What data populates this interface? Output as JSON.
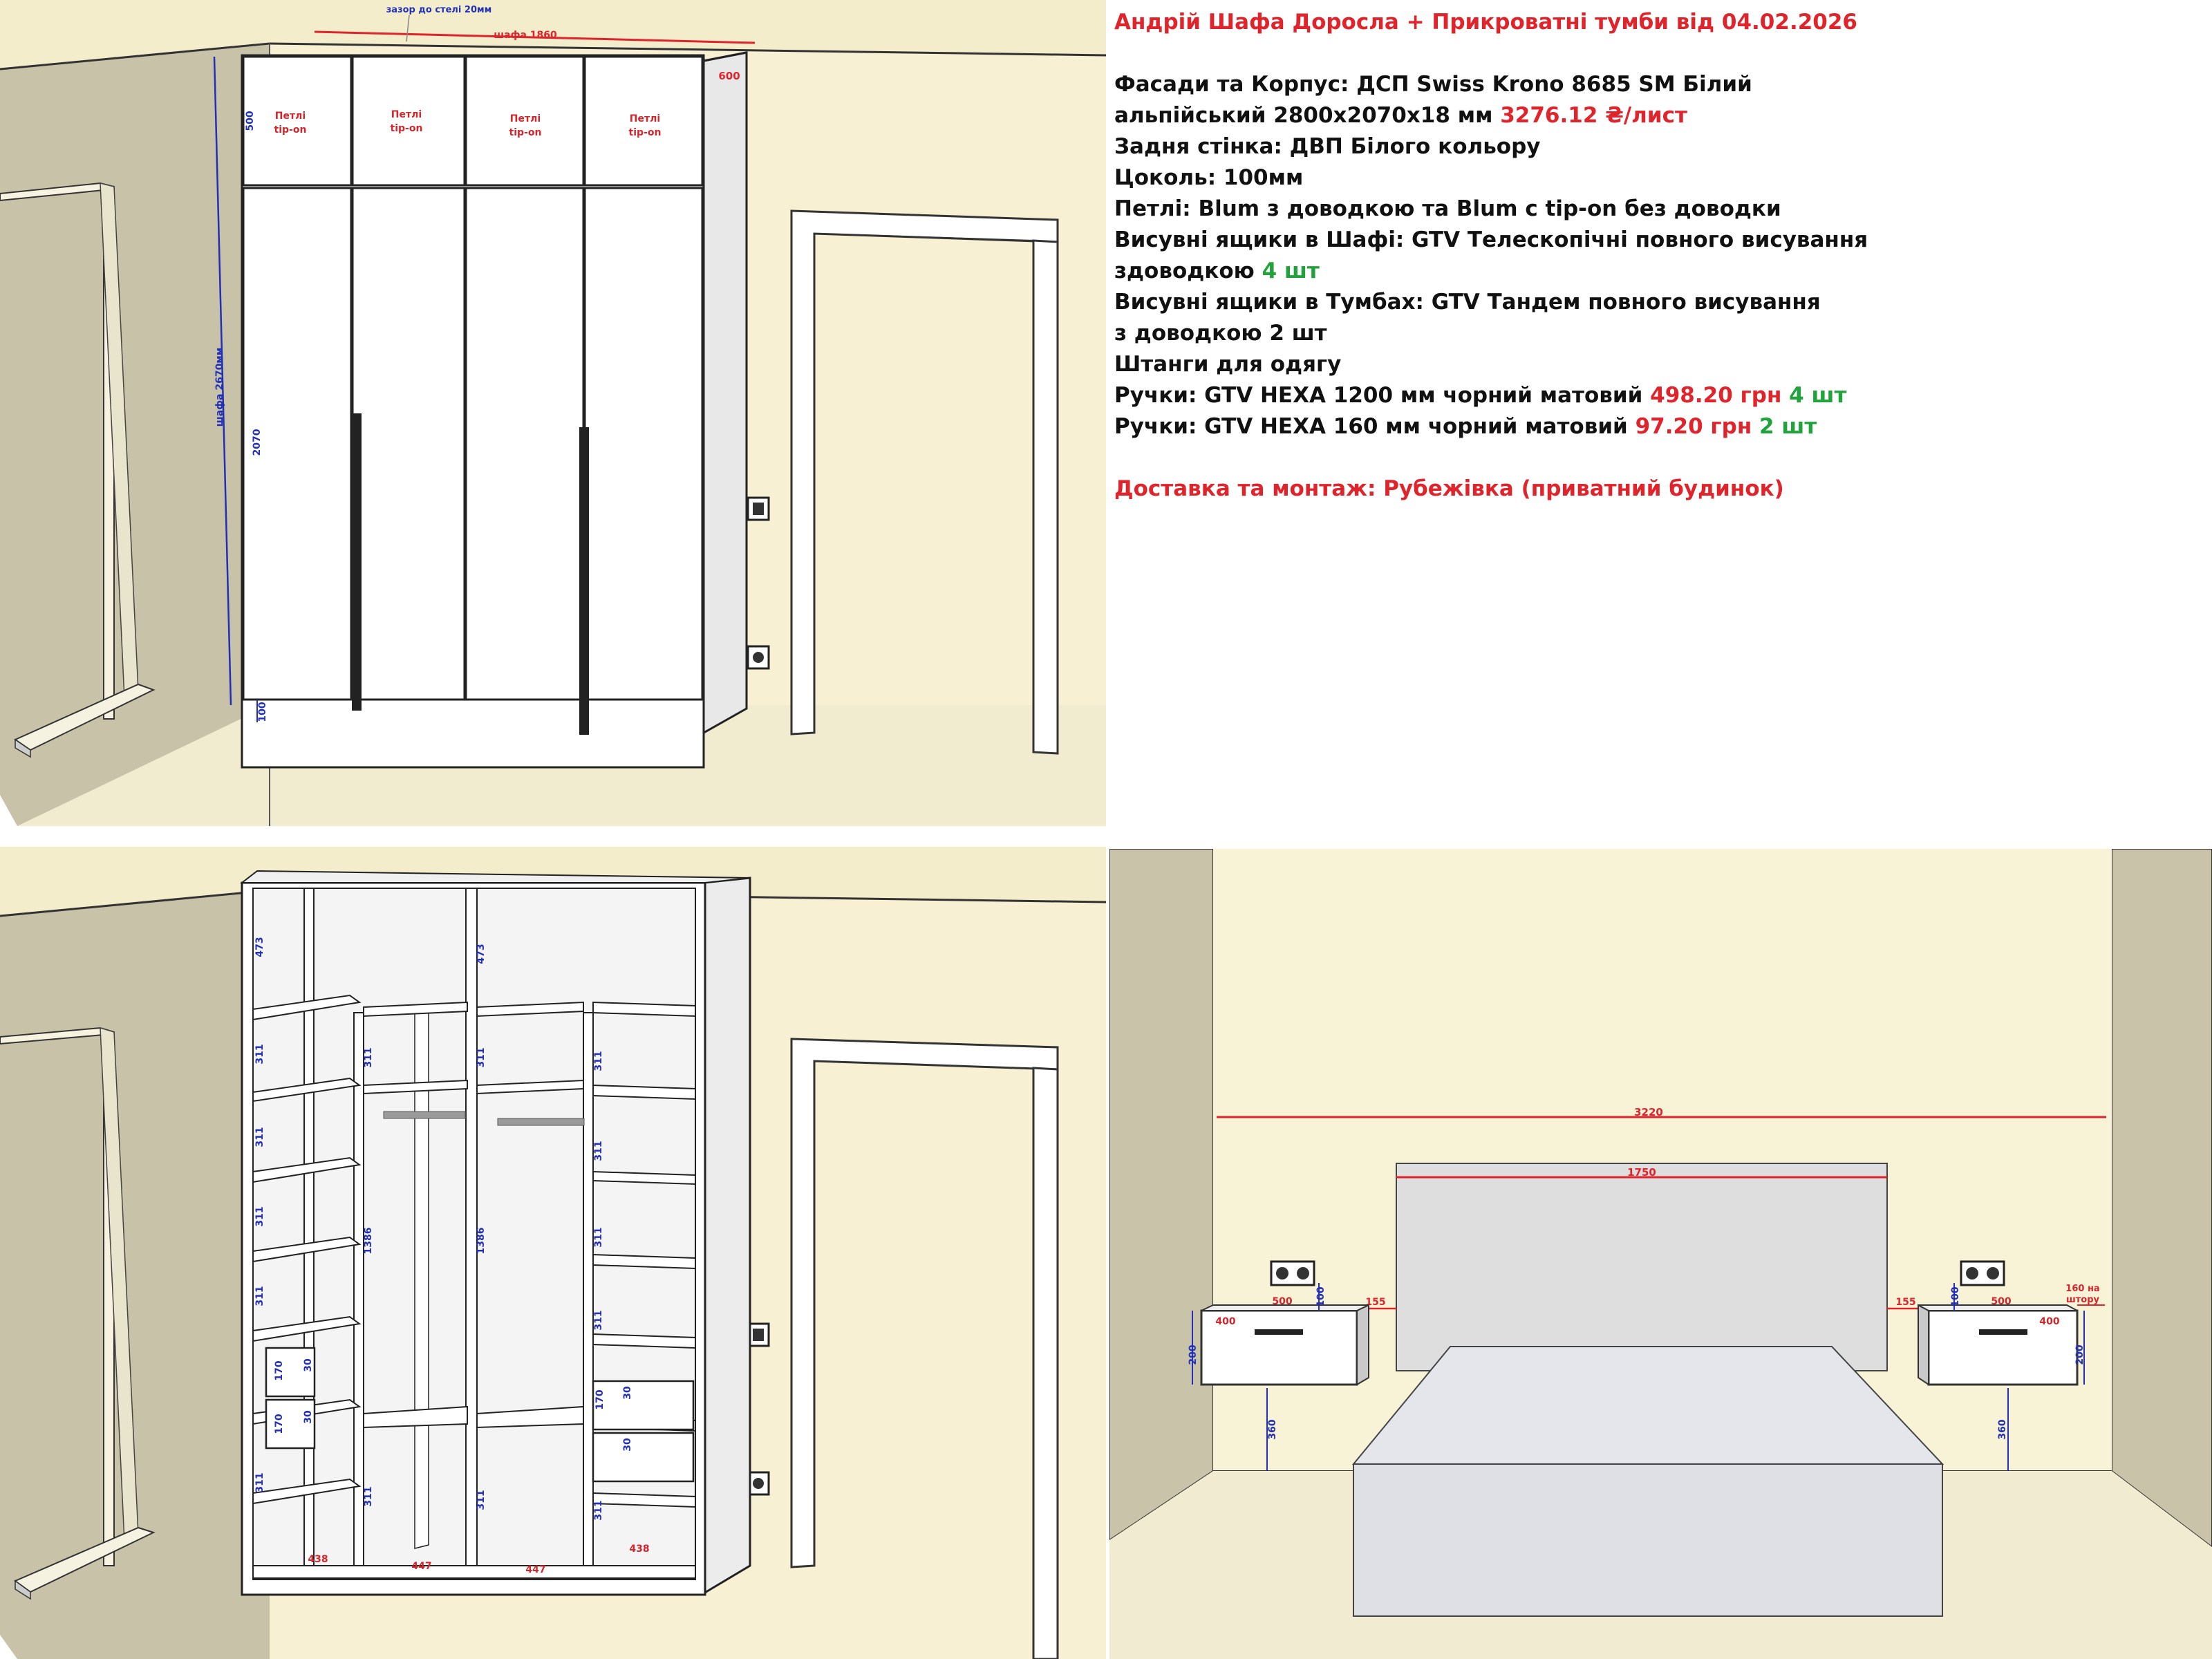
{
  "header": {
    "title": "Андрій Шафа Доросла + Прикроватні тумби від 04.02.2026"
  },
  "specs": [
    {
      "prefix": "Фасади та Корпус: ДСП Swiss Krono 8685 SM Білий",
      "red": "",
      "green": ""
    },
    {
      "prefix": "альпійський 2800х2070х18 мм ",
      "red": "3276.12 ₴/лист",
      "green": ""
    },
    {
      "prefix": "Задня стінка: ДВП Білого кольору",
      "red": "",
      "green": ""
    },
    {
      "prefix": "Цоколь: 100мм",
      "red": "",
      "green": ""
    },
    {
      "prefix": "Петлі: Blum з доводкою та Blum с tip-on без доводки",
      "red": "",
      "green": ""
    },
    {
      "prefix": "Висувні ящики в Шафі: GTV Телескопічні повного висування",
      "red": "",
      "green": ""
    },
    {
      "prefix": "здоводкою ",
      "red": "",
      "green": "4 шт"
    },
    {
      "prefix": "Висувні ящики в Тумбах: GTV Тандем повного висування",
      "red": "",
      "green": ""
    },
    {
      "prefix": "з доводкою 2 шт",
      "red": "",
      "green": ""
    },
    {
      "prefix": "Штанги для одягу",
      "red": "",
      "green": ""
    },
    {
      "prefix": "Ручки: GTV HEXA 1200 мм чорний матовий ",
      "red": "498.20 грн",
      "green": "4 шт"
    },
    {
      "prefix": "Ручки: GTV HEXA 160 мм чорний матовий ",
      "red": "97.20 грн",
      "green": "2 шт"
    }
  ],
  "delivery": "Доставка та монтаж: Рубежівка (приватний будинок)",
  "closed_view": {
    "gap_label": "зазор до стелі 20мм",
    "width_label": "шафа 1860",
    "height_label": "шафа 2670мм",
    "depth_label": "600",
    "dim_500": "500",
    "dim_2070": "2070",
    "dim_100": "100",
    "hinge_label_1": "Петлі",
    "hinge_label_2": "tip-on"
  },
  "open_view": {
    "dim_473": "473",
    "dim_311": "311",
    "dim_1386": "1386",
    "dim_170": "170",
    "dim_30": "30",
    "dim_438": "438",
    "dim_447": "447"
  },
  "bed_view": {
    "wall_width": "3220",
    "bed_width": "1750",
    "gap_155": "155",
    "nightstand_width": "400",
    "socket_offset": "500",
    "socket_height": "100",
    "nightstand_height": "200",
    "floor_height": "360",
    "curtain_note_1": "160 на",
    "curtain_note_2": "штору"
  },
  "colors": {
    "red": "#e0242b",
    "green": "#1fa33a",
    "blue_dim": "#2230b8",
    "wall": "#f6efcf",
    "side_wall": "#c9c4a9"
  }
}
